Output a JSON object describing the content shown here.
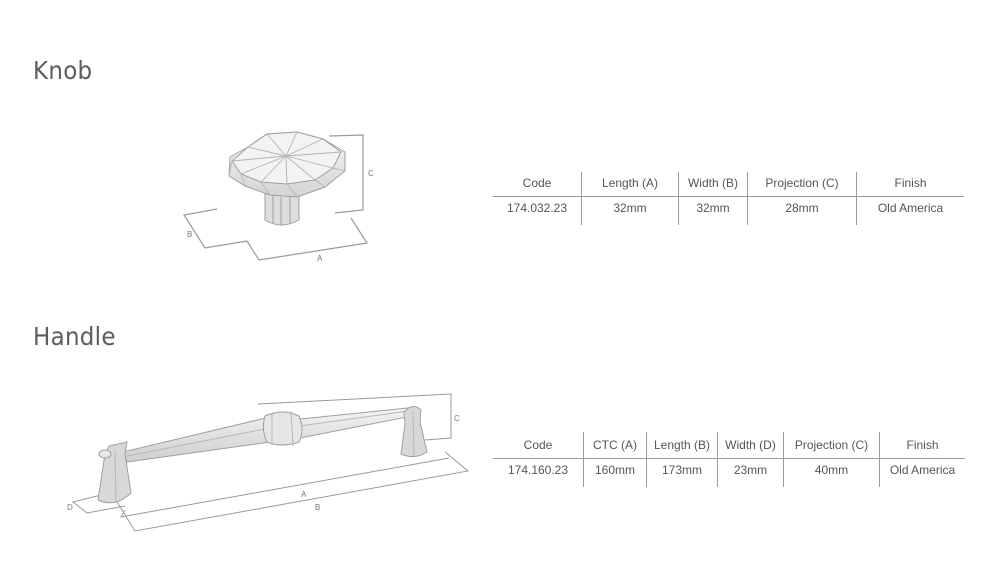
{
  "knob": {
    "title": "Knob",
    "dimension_labels": {
      "a": "A",
      "b": "B",
      "c": "C"
    },
    "table": {
      "headers": [
        "Code",
        "Length (A)",
        "Width (B)",
        "Projection (C)",
        "Finish"
      ],
      "row": [
        "174.032.23",
        "32mm",
        "32mm",
        "28mm",
        "Old America"
      ]
    }
  },
  "handle": {
    "title": "Handle",
    "dimension_labels": {
      "a": "A",
      "b": "B",
      "c": "C",
      "d": "D"
    },
    "table": {
      "headers": [
        "Code",
        "CTC (A)",
        "Length (B)",
        "Width (D)",
        "Projection (C)",
        "Finish"
      ],
      "row": [
        "174.160.23",
        "160mm",
        "173mm",
        "23mm",
        "40mm",
        "Old America"
      ]
    }
  },
  "colors": {
    "line": "#9a9a9a",
    "title": "#5d5d5d",
    "text": "#555555"
  }
}
